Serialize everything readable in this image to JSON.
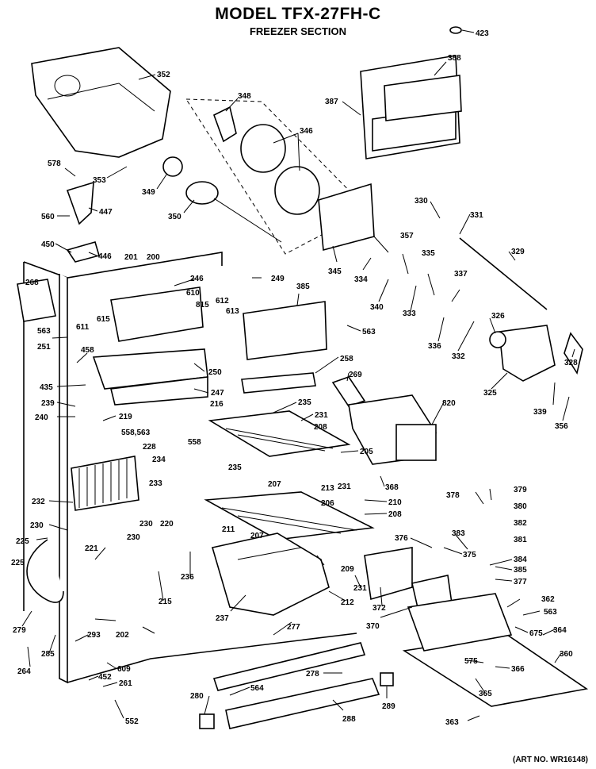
{
  "header": {
    "model": "MODEL TFX-27FH-C",
    "section": "FREEZER SECTION"
  },
  "footer": {
    "art_no": "(ART NO. WR16148)"
  },
  "callouts": [
    "423",
    "388",
    "387",
    "352",
    "348",
    "346",
    "578",
    "353",
    "349",
    "447",
    "560",
    "350",
    "450",
    "446",
    "201",
    "200",
    "249",
    "345",
    "330",
    "331",
    "329",
    "357",
    "335",
    "334",
    "340",
    "333",
    "337",
    "385",
    "246",
    "268",
    "610",
    "611",
    "615",
    "815",
    "613",
    "612",
    "563",
    "563",
    "251",
    "458",
    "250",
    "435",
    "247",
    "239",
    "219",
    "240",
    "216",
    "258",
    "269",
    "235",
    "231",
    "208",
    "205",
    "820",
    "326",
    "336",
    "332",
    "328",
    "325",
    "339",
    "356",
    "558,563",
    "558",
    "228",
    "234",
    "233",
    "207",
    "213",
    "231",
    "368",
    "232",
    "220",
    "230",
    "235",
    "206",
    "210",
    "208",
    "378",
    "379",
    "380",
    "382",
    "230",
    "225",
    "230",
    "211",
    "207",
    "376",
    "383",
    "375",
    "381",
    "384",
    "385",
    "377",
    "221",
    "209",
    "225",
    "236",
    "215",
    "237",
    "231",
    "372",
    "370",
    "362",
    "563",
    "279",
    "293",
    "202",
    "277",
    "212",
    "675",
    "364",
    "285",
    "360",
    "264",
    "609",
    "575",
    "366",
    "452",
    "261",
    "278",
    "564",
    "289",
    "365",
    "280",
    "552",
    "288",
    "363"
  ]
}
